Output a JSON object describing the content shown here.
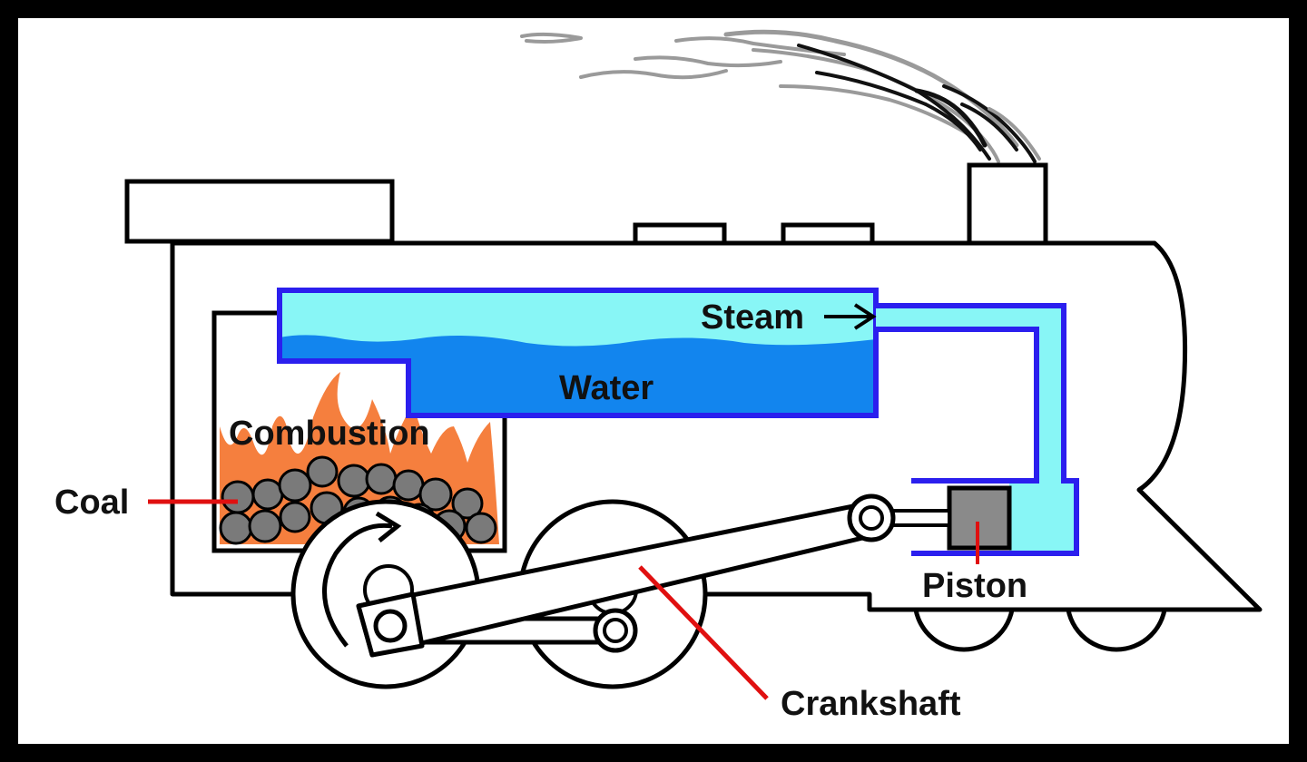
{
  "labels": {
    "steam": "Steam",
    "water": "Water",
    "combustion": "Combustion",
    "coal": "Coal",
    "piston": "Piston",
    "crankshaft": "Crankshaft"
  },
  "colors": {
    "background": "#000000",
    "canvas": "#ffffff",
    "outline": "#000000",
    "steam_fill": "#88f6f6",
    "water_fill": "#1285ee",
    "pipe_border": "#2b1fee",
    "flame": "#f57f3e",
    "coal": "#7a7a7a",
    "piston": "#8a8a8a",
    "leader_line": "#e01010",
    "smoke": "#9a9a9a"
  }
}
